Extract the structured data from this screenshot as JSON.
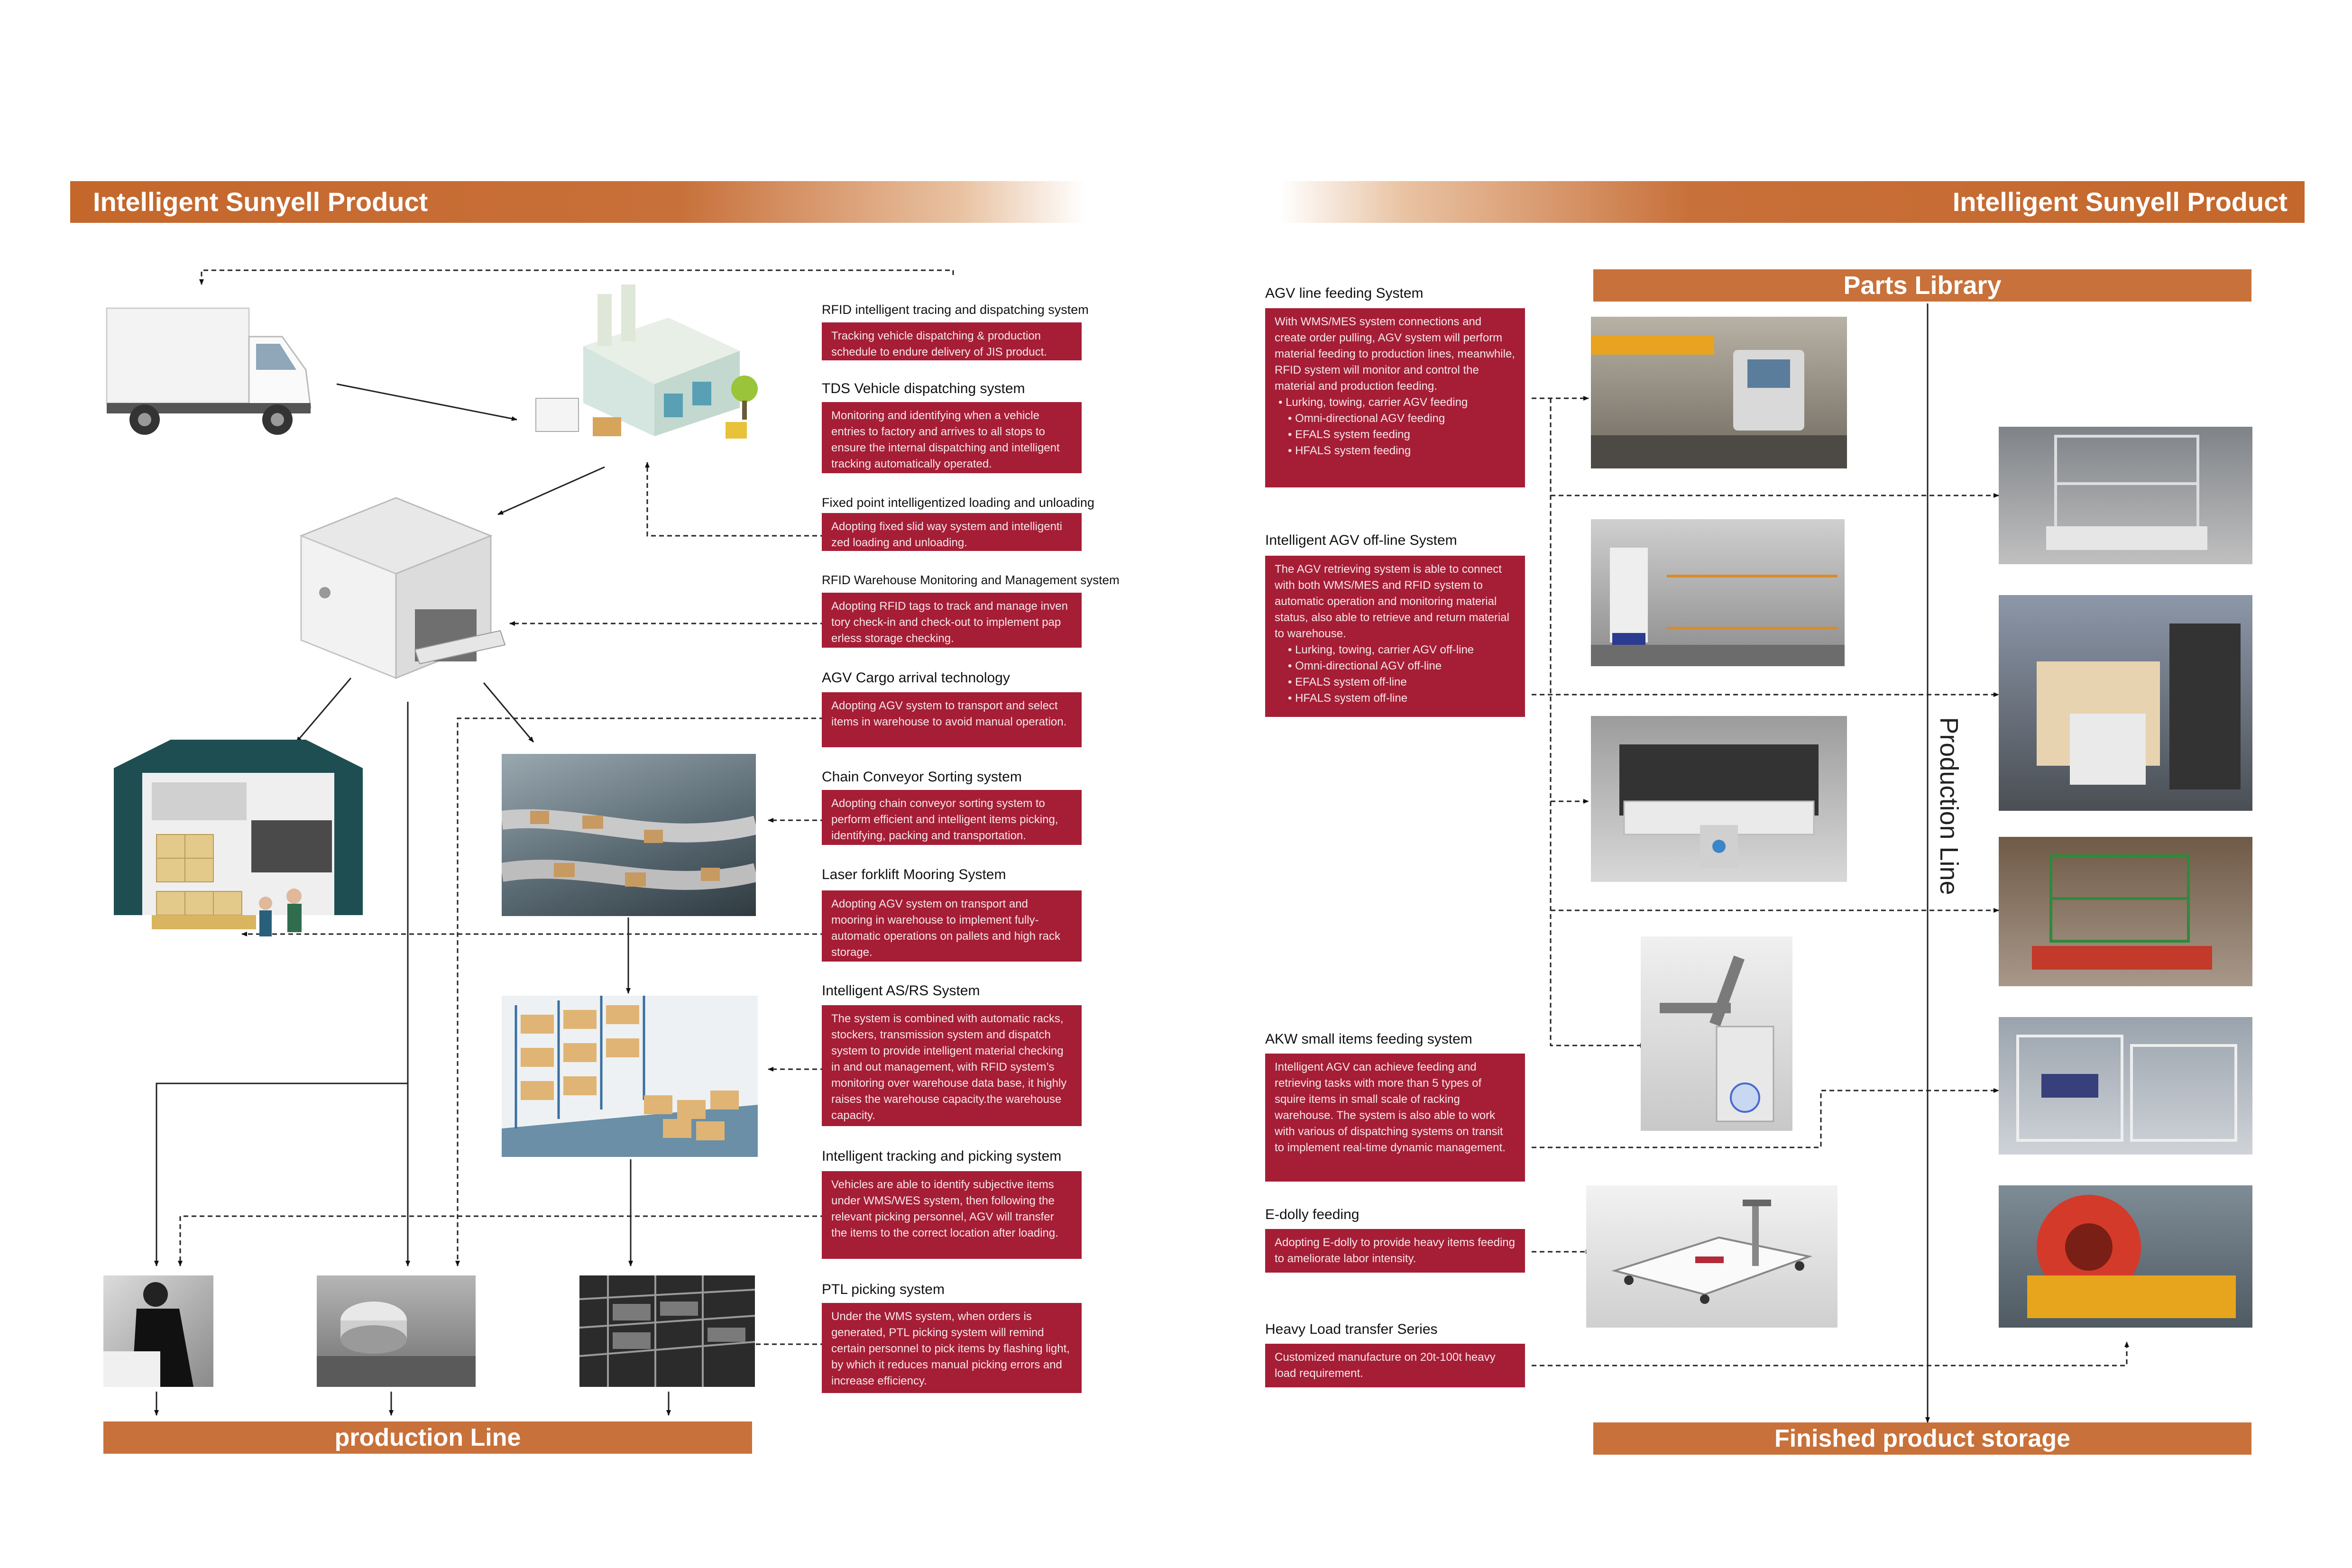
{
  "header": {
    "left_title": "Intelligent Sunyell Product",
    "right_title": "Intelligent Sunyell Product"
  },
  "left": {
    "bottom_bar": "production Line",
    "systems": [
      {
        "title": "RFID intelligent tracing and dispatching system",
        "desc": "Tracking vehicle dispatching & production schedule to endure delivery of JIS product."
      },
      {
        "title": "TDS Vehicle dispatching system",
        "desc": "Monitoring and identifying when a vehicle entries to factory and arrives to all stops to ensure the internal dispatching and intelligent tracking automatically operated."
      },
      {
        "title": "Fixed point intelligentized loading and unloading",
        "desc": "Adopting fixed slid way system and intelligenti zed loading and unloading."
      },
      {
        "title": "RFID Warehouse Monitoring and Management system",
        "desc": "Adopting RFID tags to track and manage inven tory check-in and check-out to implement pap erless storage checking."
      },
      {
        "title": "AGV Cargo arrival technology",
        "desc": "Adopting AGV system to transport and select items in warehouse to avoid manual operation."
      },
      {
        "title": "Chain Conveyor Sorting system",
        "desc": "Adopting chain conveyor sorting system to perform efficient and intelligent items picking, identifying, packing and transportation."
      },
      {
        "title": "Laser forklift Mooring System",
        "desc": "Adopting AGV system on transport and mooring in warehouse to implement fully-automatic operations on pallets and high rack storage."
      },
      {
        "title": "Intelligent AS/RS System",
        "desc": "The system is combined with automatic racks, stockers, transmission system and dispatch system to provide intelligent material checking in and out management, with RFID system’s monitoring over warehouse data base, it highly raises the warehouse capacity.the warehouse capacity."
      },
      {
        "title": "Intelligent tracking and picking system",
        "desc": "Vehicles are able to identify subjective items under WMS/WES system, then following the relevant picking personnel, AGV will transfer the items to the correct location after loading."
      },
      {
        "title": "PTL picking system",
        "desc": "Under the WMS system, when orders is generated, PTL picking system will remind certain personnel to pick items by flashing light, by which it reduces manual picking errors and increase efficiency."
      }
    ]
  },
  "right": {
    "parts_library": "Parts Library",
    "production_line": "Production Line",
    "finished_storage": "Finished product storage",
    "systems": [
      {
        "title": "AGV line feeding System",
        "desc": "With WMS/MES system connections and create order pulling, AGV system will perform material feeding to production lines, meanwhile, RFID system will monitor and control the material and production feeding.",
        "bullets": [
          "Lurking, towing, carrier AGV feeding",
          "Omni-directional AGV feeding",
          "EFALS system feeding",
          "HFALS system feeding"
        ]
      },
      {
        "title": "Intelligent AGV off-line System",
        "desc": "The AGV retrieving system is able to connect with both WMS/MES and RFID system to automatic operation and monitoring material status, also able to retrieve and return material to warehouse.",
        "bullets": [
          "Lurking, towing, carrier AGV off-line",
          "Omni-directional AGV off-line",
          "EFALS system off-line",
          "HFALS system off-line"
        ]
      },
      {
        "title": "AKW small items feeding system",
        "desc": "Intelligent AGV can achieve feeding and retrieving tasks with more than 5 types of squire items in small scale of racking warehouse.  The system is also able to work with various of dispatching systems on transit to implement real-time dynamic management.",
        "bullets": []
      },
      {
        "title": "E-dolly feeding",
        "desc": "Adopting E-dolly to provide heavy items feeding to ameliorate labor intensity.",
        "bullets": []
      },
      {
        "title": "Heavy Load transfer Series",
        "desc": "Customized manufacture on 20t-100t heavy load requirement.",
        "bullets": []
      }
    ]
  },
  "icons": [
    "truck-icon",
    "factory-icon",
    "warehouse-building-icon",
    "storage-shed-icon",
    "conveyor-photo-icon",
    "asrs-rack-icon",
    "worker-photo-icon",
    "agv-photo-icon",
    "shelf-photo-icon",
    "agv-cart-photo-icon",
    "robot-arm-icon",
    "e-dolly-icon",
    "heavy-load-agv-icon"
  ],
  "colors": {
    "accent_orange": "#c8713a",
    "box_red": "#a51e36"
  }
}
